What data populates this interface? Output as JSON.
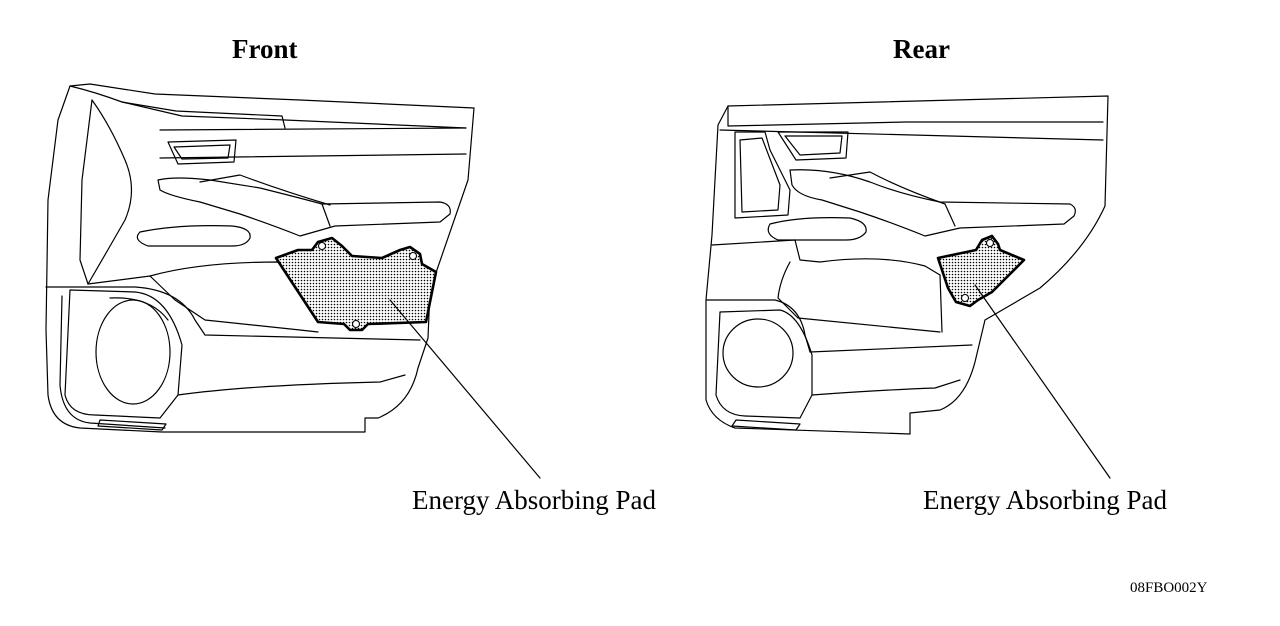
{
  "diagram": {
    "front": {
      "heading": "Front",
      "callout": "Energy Absorbing Pad"
    },
    "rear": {
      "heading": "Rear",
      "callout": "Energy Absorbing Pad"
    },
    "figure_code": "08FBO002Y"
  },
  "colors": {
    "ink": "#000000",
    "background": "#ffffff"
  }
}
